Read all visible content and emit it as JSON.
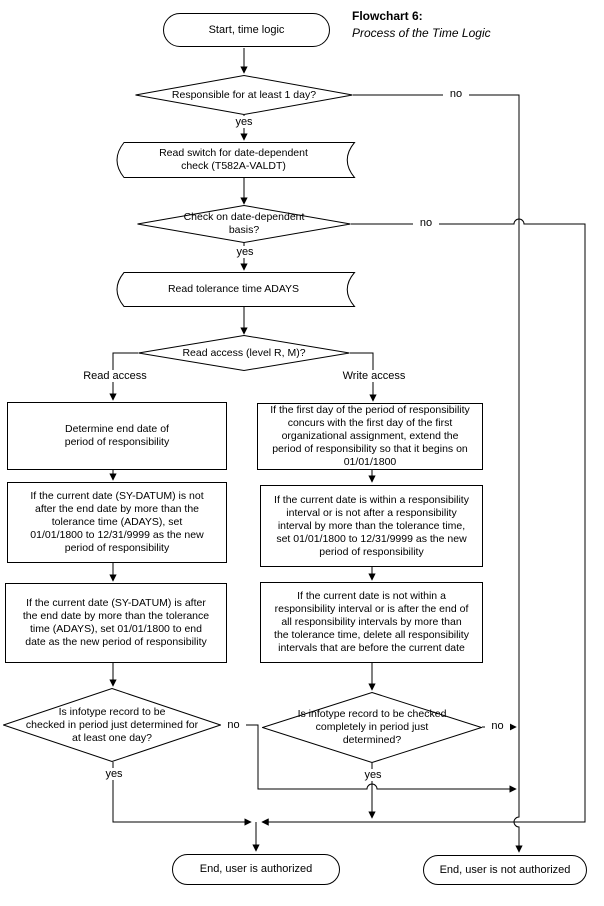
{
  "title": {
    "line1": "Flowchart 6:",
    "line2": "Process of the Time Logic"
  },
  "colors": {
    "line": "#000000",
    "background": "#ffffff",
    "text": "#000000"
  },
  "nodes": {
    "start": {
      "label": "Start, time logic"
    },
    "d1": {
      "label": "Responsible for at least 1 day?"
    },
    "doc1": {
      "label": [
        "Read switch for date-dependent",
        "check (T582A-VALDT)"
      ]
    },
    "d2": {
      "label": [
        "Check on date-dependent",
        "basis?"
      ]
    },
    "doc2": {
      "label": "Read tolerance time ADAYS"
    },
    "d3": {
      "label": "Read access (level R, M)?"
    },
    "left1": {
      "label": [
        "Determine end date of",
        "period of responsibility"
      ]
    },
    "left2": {
      "label": [
        "If the current date (SY-DATUM) is not",
        "after the end date by more than the",
        "tolerance time (ADAYS), set",
        "01/01/1800 to 12/31/9999 as the new",
        "period of responsibility"
      ]
    },
    "left3": {
      "label": [
        "If the current date (SY-DATUM) is after",
        "the end date by more than the tolerance",
        "time (ADAYS), set 01/01/1800 to end",
        "date as the new period of responsibility"
      ]
    },
    "right1": {
      "label": [
        "If the first day of the period of responsibility",
        "concurs with the first day of the first",
        "organizational assignment, extend the",
        "period of responsibility so that it begins on",
        "01/01/1800"
      ]
    },
    "right2": {
      "label": [
        "If the current date is within a responsibility",
        "interval or is not after a responsibility",
        "interval by more than the tolerance time,",
        "set 01/01/1800 to 12/31/9999 as the new",
        "period of responsibility"
      ]
    },
    "right3": {
      "label": [
        "If the current date is not within a",
        "responsibility interval or is after the end of",
        "all responsibility intervals by more than",
        "the tolerance time, delete all responsibility",
        "intervals that are before the current date"
      ]
    },
    "d4": {
      "label": [
        "Is infotype record to be",
        "checked in period just determined for",
        "at least one day?"
      ]
    },
    "d5": {
      "label": [
        "Is infotype record to be checked",
        "completely in period just",
        "determined?"
      ]
    },
    "end_authorized": {
      "label": "End, user is authorized"
    },
    "end_not_authorized": {
      "label": "End, user is not authorized"
    }
  },
  "edge_labels": {
    "d1_yes": "yes",
    "d1_no": "no",
    "d2_yes": "yes",
    "d2_no": "no",
    "d3_left": "Read access",
    "d3_right": "Write access",
    "d4_yes": "yes",
    "d4_no": "no",
    "d5_yes": "yes",
    "d5_no": "no"
  }
}
